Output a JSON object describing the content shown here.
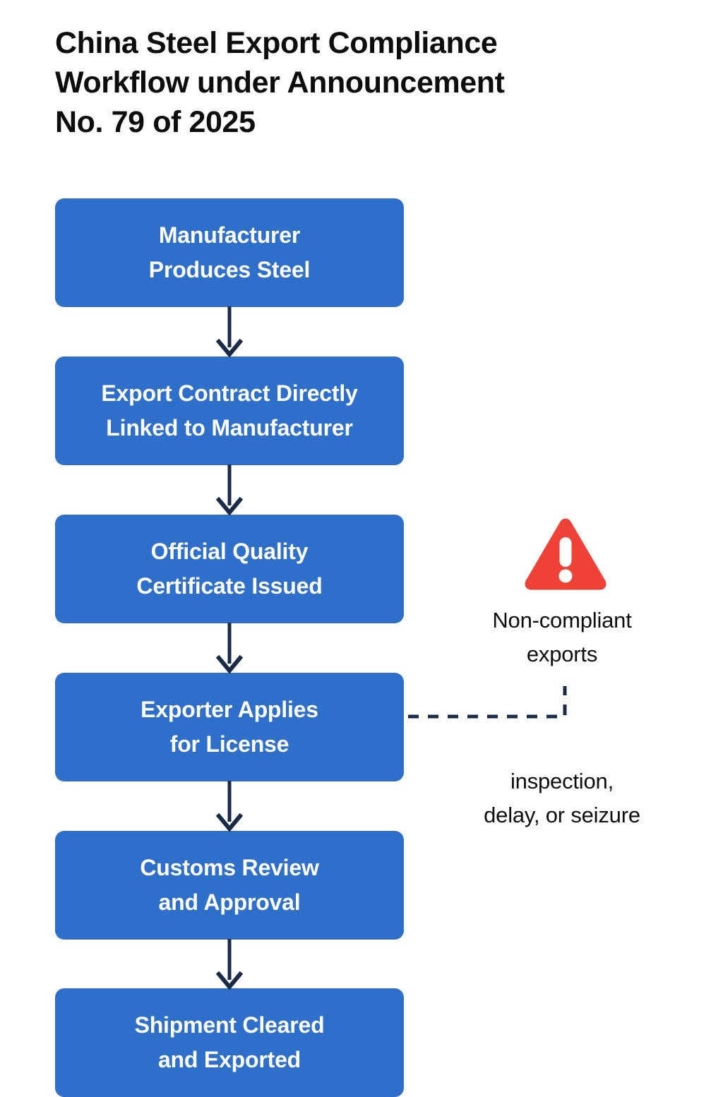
{
  "title": {
    "line1": "China Steel Export Compliance",
    "line2": "Workflow under Announcement",
    "line3": "No. 79 of 2025",
    "full": "China Steel Export Compliance Workflow under Announcement No. 79 of 2025"
  },
  "colors": {
    "node_fill": "#2d6fcb",
    "node_text": "#ffffff",
    "arrow": "#1a2b4a",
    "warning": "#ef4136",
    "background": "#ffffff",
    "title_text": "#0d0d0d"
  },
  "chart_data": {
    "type": "diagram",
    "diagram_type": "flowchart",
    "orientation": "vertical-top-to-bottom",
    "title": "China Steel Export Compliance Workflow under Announcement No. 79 of 2025",
    "nodes": [
      {
        "id": "n0",
        "label": "Manufacturer\nProduces Steel",
        "shape": "rounded-rect",
        "fill": "#2d6fcb"
      },
      {
        "id": "n1",
        "label": "Export Contract Directly\nLinked to Manufacturer",
        "shape": "rounded-rect",
        "fill": "#2d6fcb"
      },
      {
        "id": "n2",
        "label": "Official Quality\nCertificate Issued",
        "shape": "rounded-rect",
        "fill": "#2d6fcb"
      },
      {
        "id": "n3",
        "label": "Exporter Applies\nfor License",
        "shape": "rounded-rect",
        "fill": "#2d6fcb"
      },
      {
        "id": "n4",
        "label": "Customs Review\nand Approval",
        "shape": "rounded-rect",
        "fill": "#2d6fcb"
      },
      {
        "id": "n5",
        "label": "Shipment Cleared\nand Exported",
        "shape": "rounded-rect",
        "fill": "#2d6fcb"
      }
    ],
    "edges": [
      {
        "from": "n0",
        "to": "n1",
        "style": "solid",
        "arrow": true
      },
      {
        "from": "n1",
        "to": "n2",
        "style": "solid",
        "arrow": true
      },
      {
        "from": "n2",
        "to": "n3",
        "style": "solid",
        "arrow": true
      },
      {
        "from": "n3",
        "to": "n4",
        "style": "solid",
        "arrow": true
      },
      {
        "from": "n4",
        "to": "n5",
        "style": "solid",
        "arrow": true
      },
      {
        "from": "n3",
        "to": "warning",
        "style": "dashed",
        "arrow": false,
        "label": "Non-compliant exports"
      }
    ],
    "annotations": [
      {
        "id": "warning-icon",
        "type": "icon",
        "icon": "warning-triangle",
        "color": "#ef4136"
      },
      {
        "id": "warning-label",
        "type": "text",
        "text": "Non-compliant\nexports"
      },
      {
        "id": "consequence",
        "type": "text",
        "text": "inspection,\ndelay, or seizure"
      }
    ]
  },
  "annotations": {
    "warning_label": "Non-compliant\nexports",
    "consequence_label": "inspection,\ndelay, or seizure"
  }
}
